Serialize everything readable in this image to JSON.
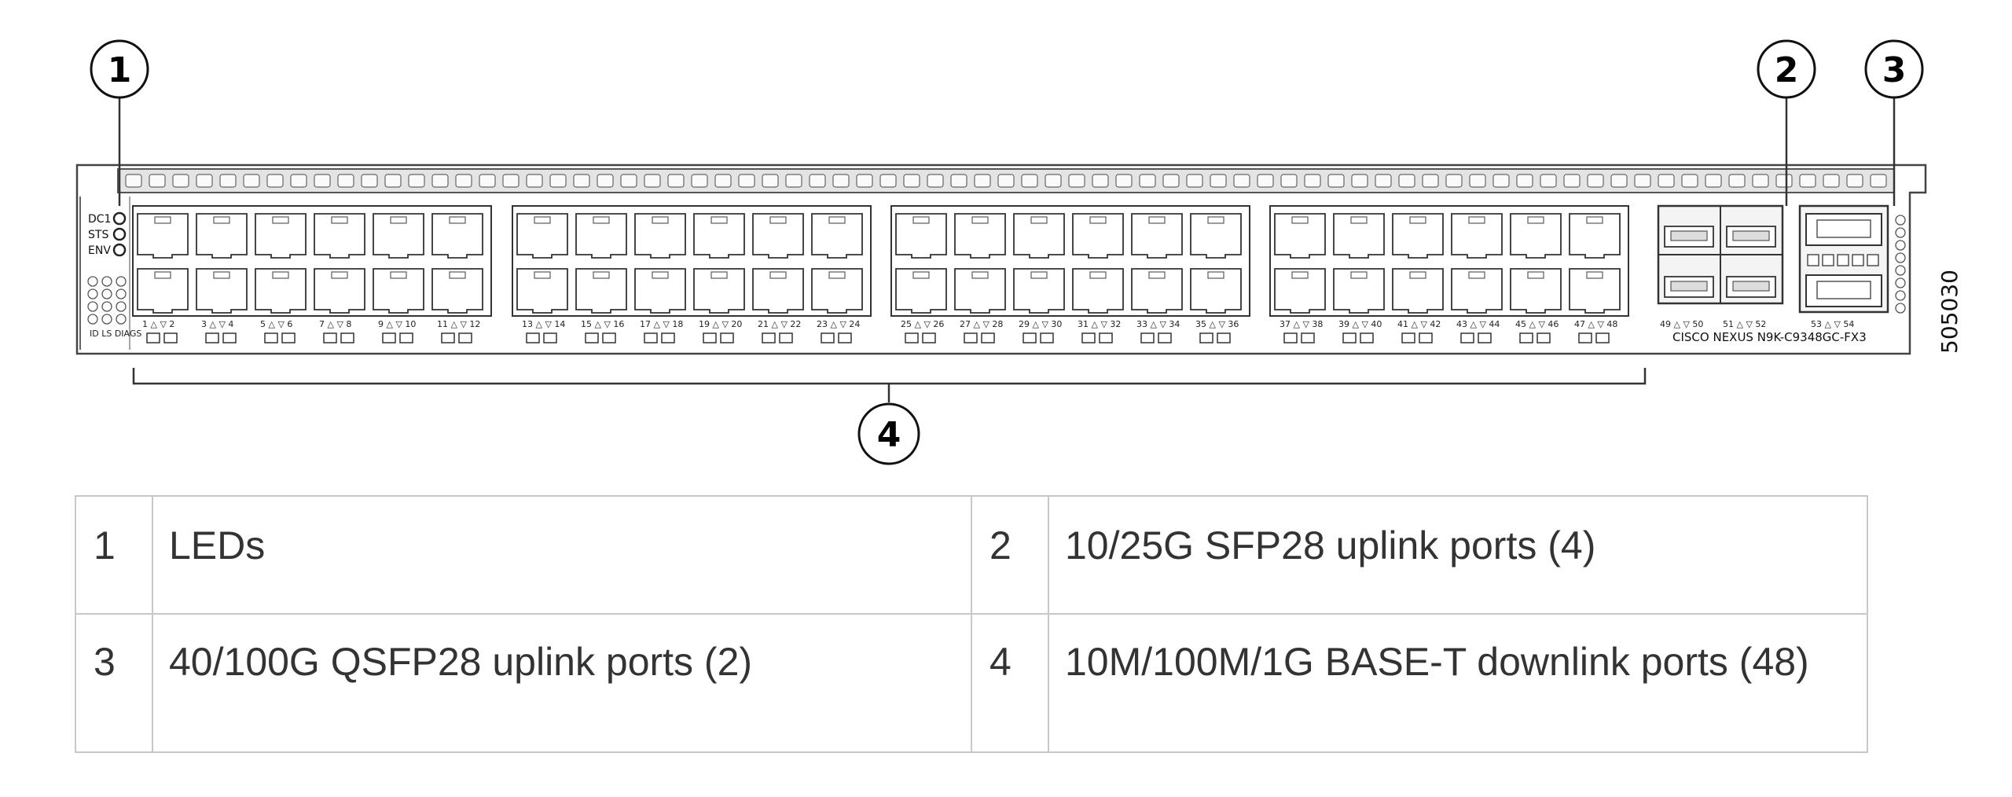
{
  "callouts": [
    "1",
    "2",
    "3",
    "4"
  ],
  "panel": {
    "led_labels": [
      "DC1",
      "STS",
      "ENV"
    ],
    "diag_label": "ID LS DIAGS",
    "port_labels": [
      "1 △ ▽ 2",
      "3 △ ▽ 4",
      "5 △ ▽ 6",
      "7 △ ▽ 8",
      "9 △ ▽ 10",
      "11 △ ▽ 12",
      "13 △ ▽ 14",
      "15 △ ▽ 16",
      "17 △ ▽ 18",
      "19 △ ▽ 20",
      "21 △ ▽ 22",
      "23 △ ▽ 24",
      "25 △ ▽ 26",
      "27 △ ▽ 28",
      "29 △ ▽ 30",
      "31 △ ▽ 32",
      "33 △ ▽ 34",
      "35 △ ▽ 36",
      "37 △ ▽ 38",
      "39 △ ▽ 40",
      "41 △ ▽ 42",
      "43 △ ▽ 44",
      "45 △ ▽ 46",
      "47 △ ▽ 48"
    ],
    "sfp_labels": [
      "49 △ ▽ 50",
      "51 △ ▽ 52"
    ],
    "qsfp_label": "53 △ ▽ 54",
    "model": "CISCO NEXUS N9K-C9348GC-FX3"
  },
  "figure_id": "505030",
  "legend": [
    [
      {
        "num": "1",
        "text": "LEDs"
      },
      {
        "num": "2",
        "text": "10/25G SFP28 uplink ports (4)"
      }
    ],
    [
      {
        "num": "3",
        "text": "40/100G QSFP28 uplink ports (2)"
      },
      {
        "num": "4",
        "text": "10M/100M/1G BASE-T downlink ports (48)"
      }
    ]
  ]
}
